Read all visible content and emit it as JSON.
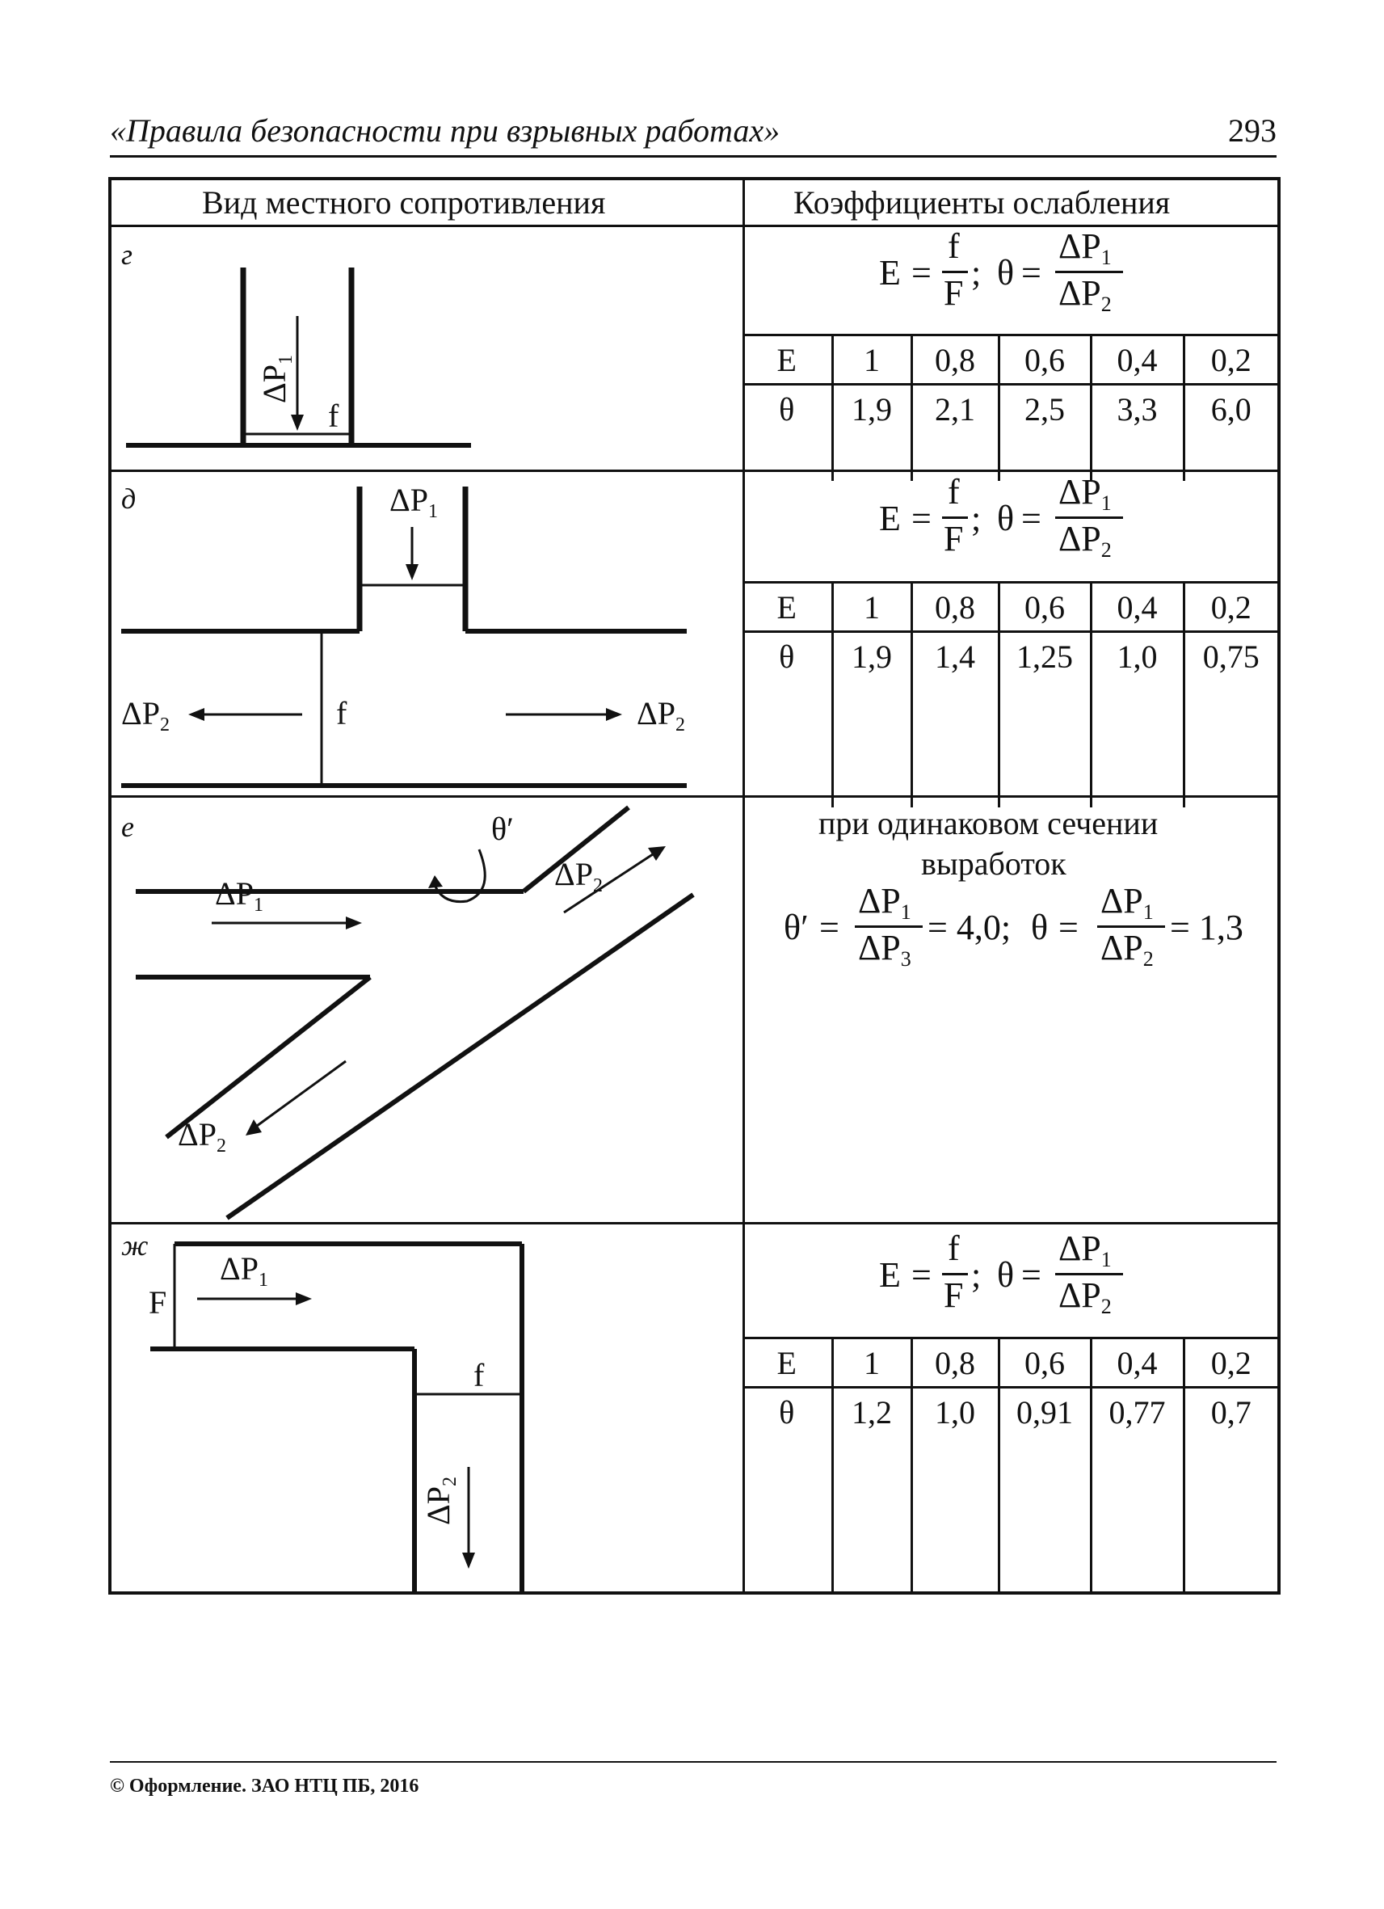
{
  "header": {
    "title": "«Правила безопасности при взрывных работах»",
    "page_number": "293"
  },
  "table": {
    "col_left_header": "Вид местного сопротивления",
    "col_right_header": "Коэффициенты ослабления",
    "rows": [
      {
        "letter": "г",
        "labels": {
          "dp1": "ΔP",
          "sub1": "1",
          "f": "f"
        },
        "formula": {
          "E": "E",
          "eq": "=",
          "num_f": "f",
          "den_F": "F",
          "semi": ";",
          "theta": "θ",
          "eq2": "=",
          "num": "ΔP",
          "num_sub": "1",
          "den": "ΔP",
          "den_sub": "2"
        },
        "E_label": "E",
        "theta_label": "θ",
        "E": [
          "1",
          "0,8",
          "0,6",
          "0,4",
          "0,2"
        ],
        "theta": [
          "1,9",
          "2,1",
          "2,5",
          "3,3",
          "6,0"
        ]
      },
      {
        "letter": "д",
        "labels": {
          "dp1": "ΔP",
          "sub1": "1",
          "dp2": "ΔP",
          "sub2": "2",
          "f": "f"
        },
        "formula": {
          "E": "E",
          "eq": "=",
          "num_f": "f",
          "den_F": "F",
          "semi": ";",
          "theta": "θ",
          "eq2": "=",
          "num": "ΔP",
          "num_sub": "1",
          "den": "ΔP",
          "den_sub": "2"
        },
        "E_label": "E",
        "theta_label": "θ",
        "E": [
          "1",
          "0,8",
          "0,6",
          "0,4",
          "0,2"
        ],
        "theta": [
          "1,9",
          "1,4",
          "1,25",
          "1,0",
          "0,75"
        ]
      },
      {
        "letter": "е",
        "labels": {
          "theta_prime": "θ′",
          "dp1": "ΔP",
          "sub1": "1",
          "dp2": "ΔP",
          "sub2": "2"
        },
        "note_line1": "при одинаковом сечении",
        "note_line2": "выработок",
        "formula": {
          "theta_prime": "θ′",
          "eq": "=",
          "num1": "ΔP",
          "num1_sub": "1",
          "den1": "ΔP",
          "den1_sub": "3",
          "val1": "= 4,0;",
          "theta": "θ",
          "eq2": "=",
          "num2": "ΔP",
          "num2_sub": "1",
          "den2": "ΔP",
          "den2_sub": "2",
          "val2": "= 1,3"
        }
      },
      {
        "letter": "ж",
        "labels": {
          "F": "F",
          "dp1": "ΔP",
          "sub1": "1",
          "f": "f",
          "dp2": "ΔP",
          "sub2": "2"
        },
        "formula": {
          "E": "E",
          "eq": "=",
          "num_f": "f",
          "den_F": "F",
          "semi": ";",
          "theta": "θ",
          "eq2": "=",
          "num": "ΔP",
          "num_sub": "1",
          "den": "ΔP",
          "den_sub": "2"
        },
        "E_label": "E",
        "theta_label": "θ",
        "E": [
          "1",
          "0,8",
          "0,6",
          "0,4",
          "0,2"
        ],
        "theta": [
          "1,2",
          "1,0",
          "0,91",
          "0,77",
          "0,7"
        ]
      }
    ]
  },
  "footer": {
    "copyright": "© Оформление. ЗАО НТЦ ПБ, 2016"
  }
}
